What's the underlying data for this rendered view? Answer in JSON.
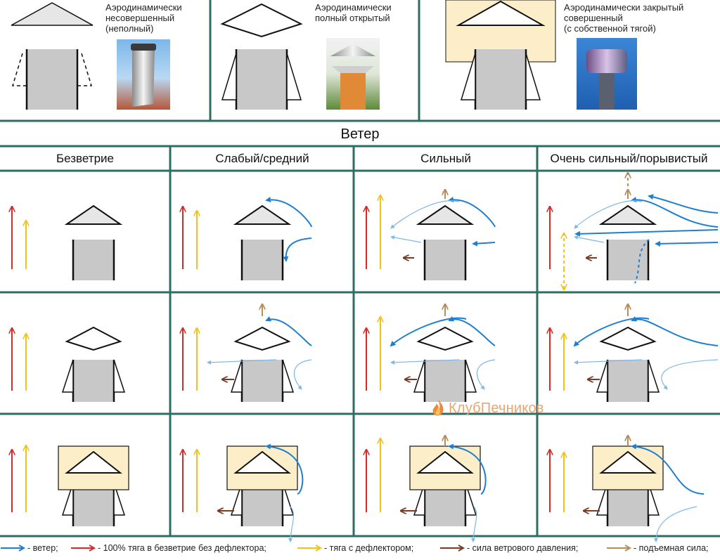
{
  "header": {
    "types": [
      {
        "label_lines": [
          "Аэродинамически",
          "несовершенный",
          "(неполный)"
        ]
      },
      {
        "label_lines": [
          "Аэродинамически",
          "полный открытый"
        ]
      },
      {
        "label_lines": [
          "Аэродинамически закрытый",
          "совершенный",
          "(с собственной тягой)"
        ]
      }
    ]
  },
  "wind_title": "Ветер",
  "conditions": [
    "Безветрие",
    "Слабый/средний",
    "Сильный",
    "Очень сильный/порывистый"
  ],
  "watermark": {
    "text": "КлубПечников"
  },
  "legend": [
    {
      "color": "#1e7fd0",
      "text": "- ветер;"
    },
    {
      "color": "#d62a2a",
      "text": "- 100% тяга в безветрие без дефлектора;"
    },
    {
      "color": "#f2c21a",
      "text": "- тяга с дефлектором;"
    },
    {
      "color": "#7b3b22",
      "text": "- сила ветрового давления;"
    },
    {
      "color": "#b58d5a",
      "text": "- подъемная сила;"
    }
  ],
  "colors": {
    "grid": "#2c6e66",
    "chimney": "#c8c8c8",
    "cap_fill_light": "#e6e6e6",
    "housing": "#fbeec8",
    "wind": "#1e7fd0",
    "draft_full": "#d62a2a",
    "draft_deflector": "#f2c21a",
    "pressure": "#7b3b22",
    "lift": "#b58d5a"
  }
}
